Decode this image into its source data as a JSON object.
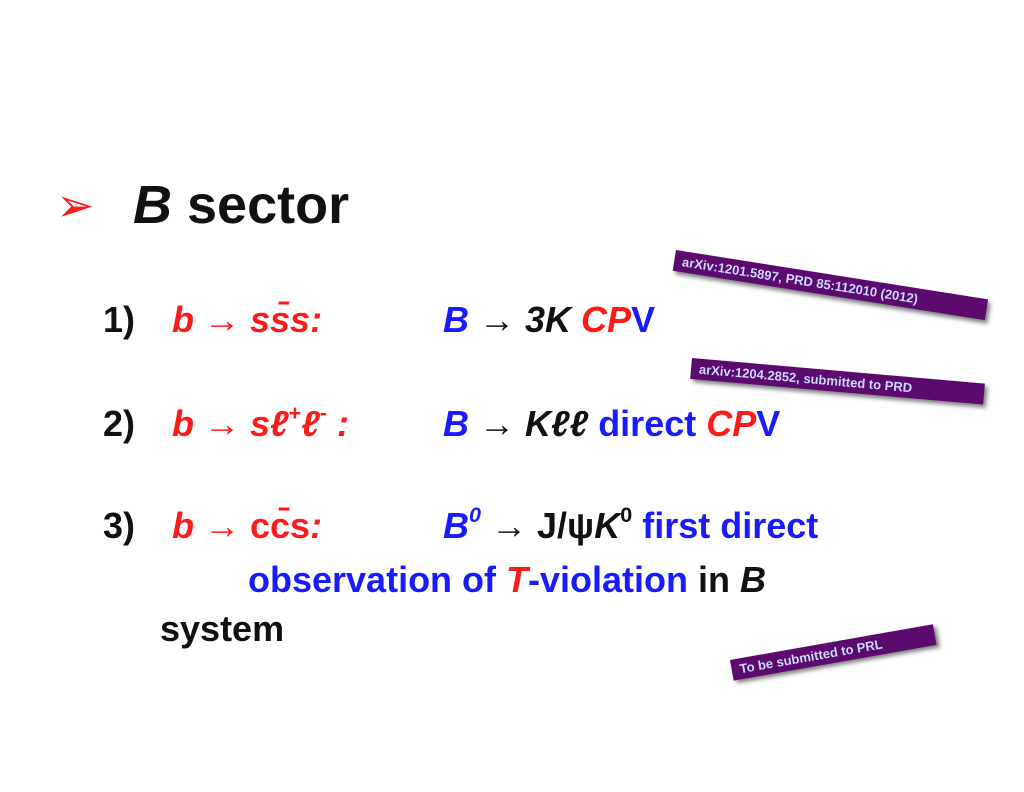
{
  "slide": {
    "title": {
      "bullet": "➢",
      "b": "B",
      "rest": " sector"
    },
    "items": [
      {
        "num": "1)",
        "lhs_b": "b",
        "lhs_arrow": " → ",
        "lhs_rest": "ss̄s:",
        "rhs_B": "B",
        "rhs_arrow": "  → ",
        "rhs_final": "3K",
        "rhs_cp": " CP",
        "rhs_v": "V"
      },
      {
        "num": "2)",
        "lhs_b": "b",
        "lhs_arrow": " → ",
        "lhs_s": "sℓ",
        "lhs_sup1": "+",
        "lhs_l2": "ℓ",
        "lhs_sup2": "-",
        "lhs_colon": " :",
        "rhs_B": "B",
        "rhs_arrow": "  → ",
        "rhs_final": "Kℓℓ",
        "rhs_direct": "  direct",
        "rhs_cp": " CP",
        "rhs_v": "V"
      },
      {
        "num": "3)",
        "lhs_b": "b",
        "lhs_arrow": " → ",
        "lhs_rest": "cc̄s",
        "lhs_colon": ":",
        "rhs_B": "B",
        "rhs_B_sup": "0",
        "rhs_arrow": " → ",
        "rhs_jpsi": "J/ψ",
        "rhs_K": "K",
        "rhs_K_sup": "0",
        "rhs_text": "  first direct",
        "cont1_a": "observation of ",
        "cont1_T": "T",
        "cont1_b": "-violation",
        "cont1_in": " in ",
        "cont1_B": "B",
        "cont2": "system"
      }
    ],
    "stamps": {
      "s1": "arXiv:1201.5897, PRD 85:112010 (2012)",
      "s2": "arXiv:1204.2852, submitted to PRD",
      "s3": "To be submitted to PRL"
    }
  }
}
